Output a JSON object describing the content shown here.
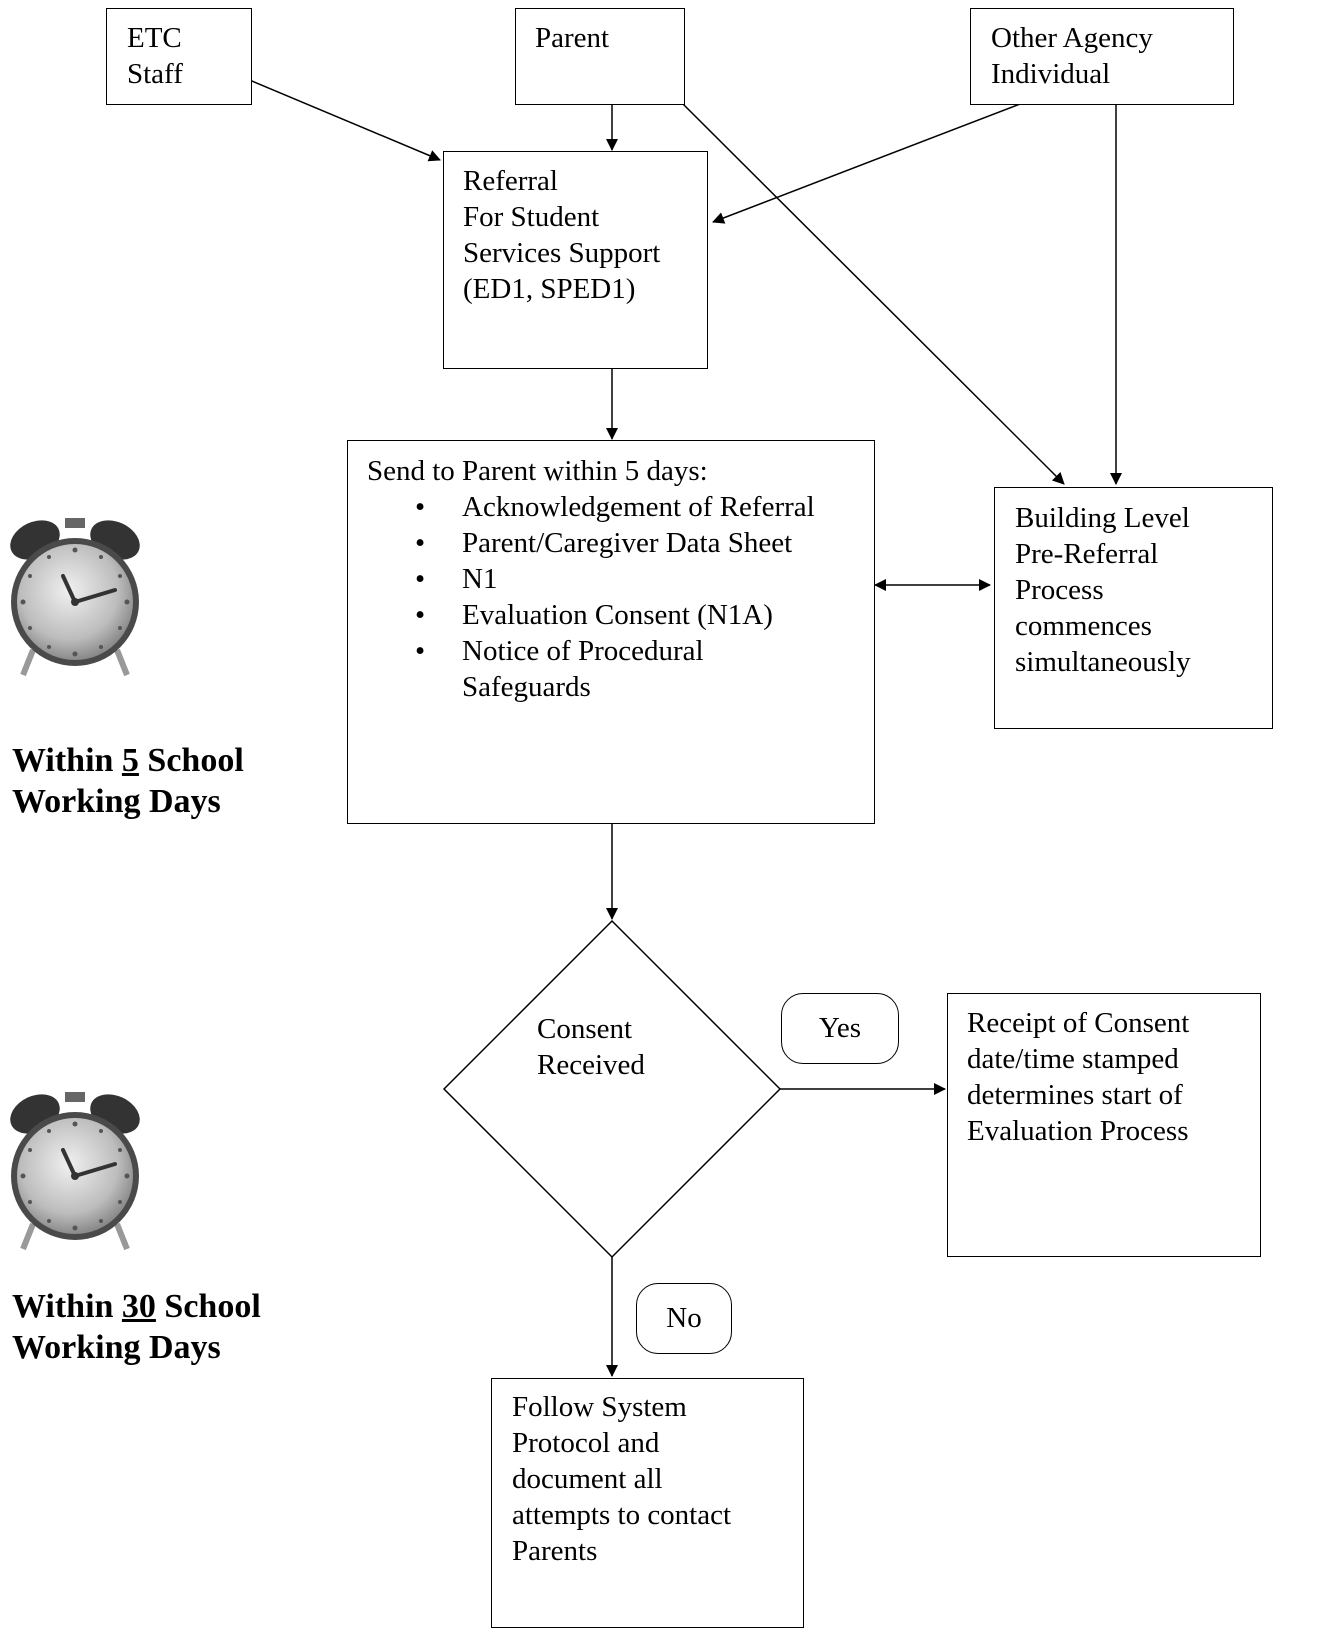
{
  "sources": {
    "etc_staff": [
      "ETC",
      "Staff"
    ],
    "parent": "Parent",
    "other_agency": [
      "Other Agency",
      "Individual"
    ]
  },
  "referral": [
    "Referral",
    "For Student",
    "Services Support",
    "(ED1, SPED1)"
  ],
  "send_to_parent": {
    "heading": "Send to Parent within 5 days:",
    "items": [
      "Acknowledgement of Referral",
      "Parent/Caregiver Data Sheet",
      "N1",
      "Evaluation Consent (N1A)",
      "Notice of Procedural",
      "Safeguards"
    ]
  },
  "building_level": [
    "Building Level",
    "Pre-Referral",
    "Process",
    "commences",
    "simultaneously"
  ],
  "decision": [
    "Consent",
    "Received"
  ],
  "yes_label": "Yes",
  "no_label": "No",
  "receipt": [
    "Receipt of Consent",
    "date/time stamped",
    "determines start of",
    "Evaluation Process"
  ],
  "follow_protocol": [
    "Follow System",
    "Protocol and",
    "document all",
    "attempts to contact",
    "Parents"
  ],
  "timing_5": {
    "prefix": "Within ",
    "number": "5",
    "suffix": " School",
    "line2": "Working Days"
  },
  "timing_30": {
    "prefix": "Within ",
    "number": "30",
    "suffix": " School",
    "line2": "Working Days"
  },
  "icons": {
    "clock": "alarm-clock-icon"
  }
}
